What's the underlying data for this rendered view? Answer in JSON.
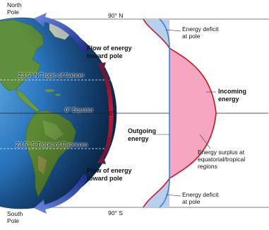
{
  "poles": {
    "north_line1": "North",
    "north_line2": "Pole",
    "south_line1": "South",
    "south_line2": "Pole"
  },
  "latitudes": {
    "north_90": "90° N",
    "south_90": "90° S",
    "tropic_cancer": "23.5° N Tropic of Cancer",
    "equator": "0° Equator",
    "tropic_capricorn": "23.5° S Tropic of Capricorn",
    "zero": "0°"
  },
  "flows": {
    "north_line1": "Flow of energy",
    "north_line2": "toward pole",
    "south_line1": "Flow of energy",
    "south_line2": "toward pole"
  },
  "energy": {
    "incoming_line1": "Incoming",
    "incoming_line2": "energy",
    "outgoing_line1": "Outgoing",
    "outgoing_line2": "energy",
    "deficit_top_line1": "Energy deficit",
    "deficit_top_line2": "at pole",
    "deficit_bottom_line1": "Energy deficit",
    "deficit_bottom_line2": "at pole",
    "surplus_line1": "Energy surplus at",
    "surplus_line2": "equatorial/tropical",
    "surplus_line3": "regions"
  },
  "colors": {
    "incoming_curve": "#c81828",
    "outgoing_line": "#3a7fd6",
    "surplus_fill": "#f6a6c0",
    "deficit_fill": "#b8cfee",
    "flow_arrow": "#4a62c8",
    "equator_arrow": "#b3122c",
    "ocean": "#2a72b8",
    "land": "#5a8a3a"
  }
}
